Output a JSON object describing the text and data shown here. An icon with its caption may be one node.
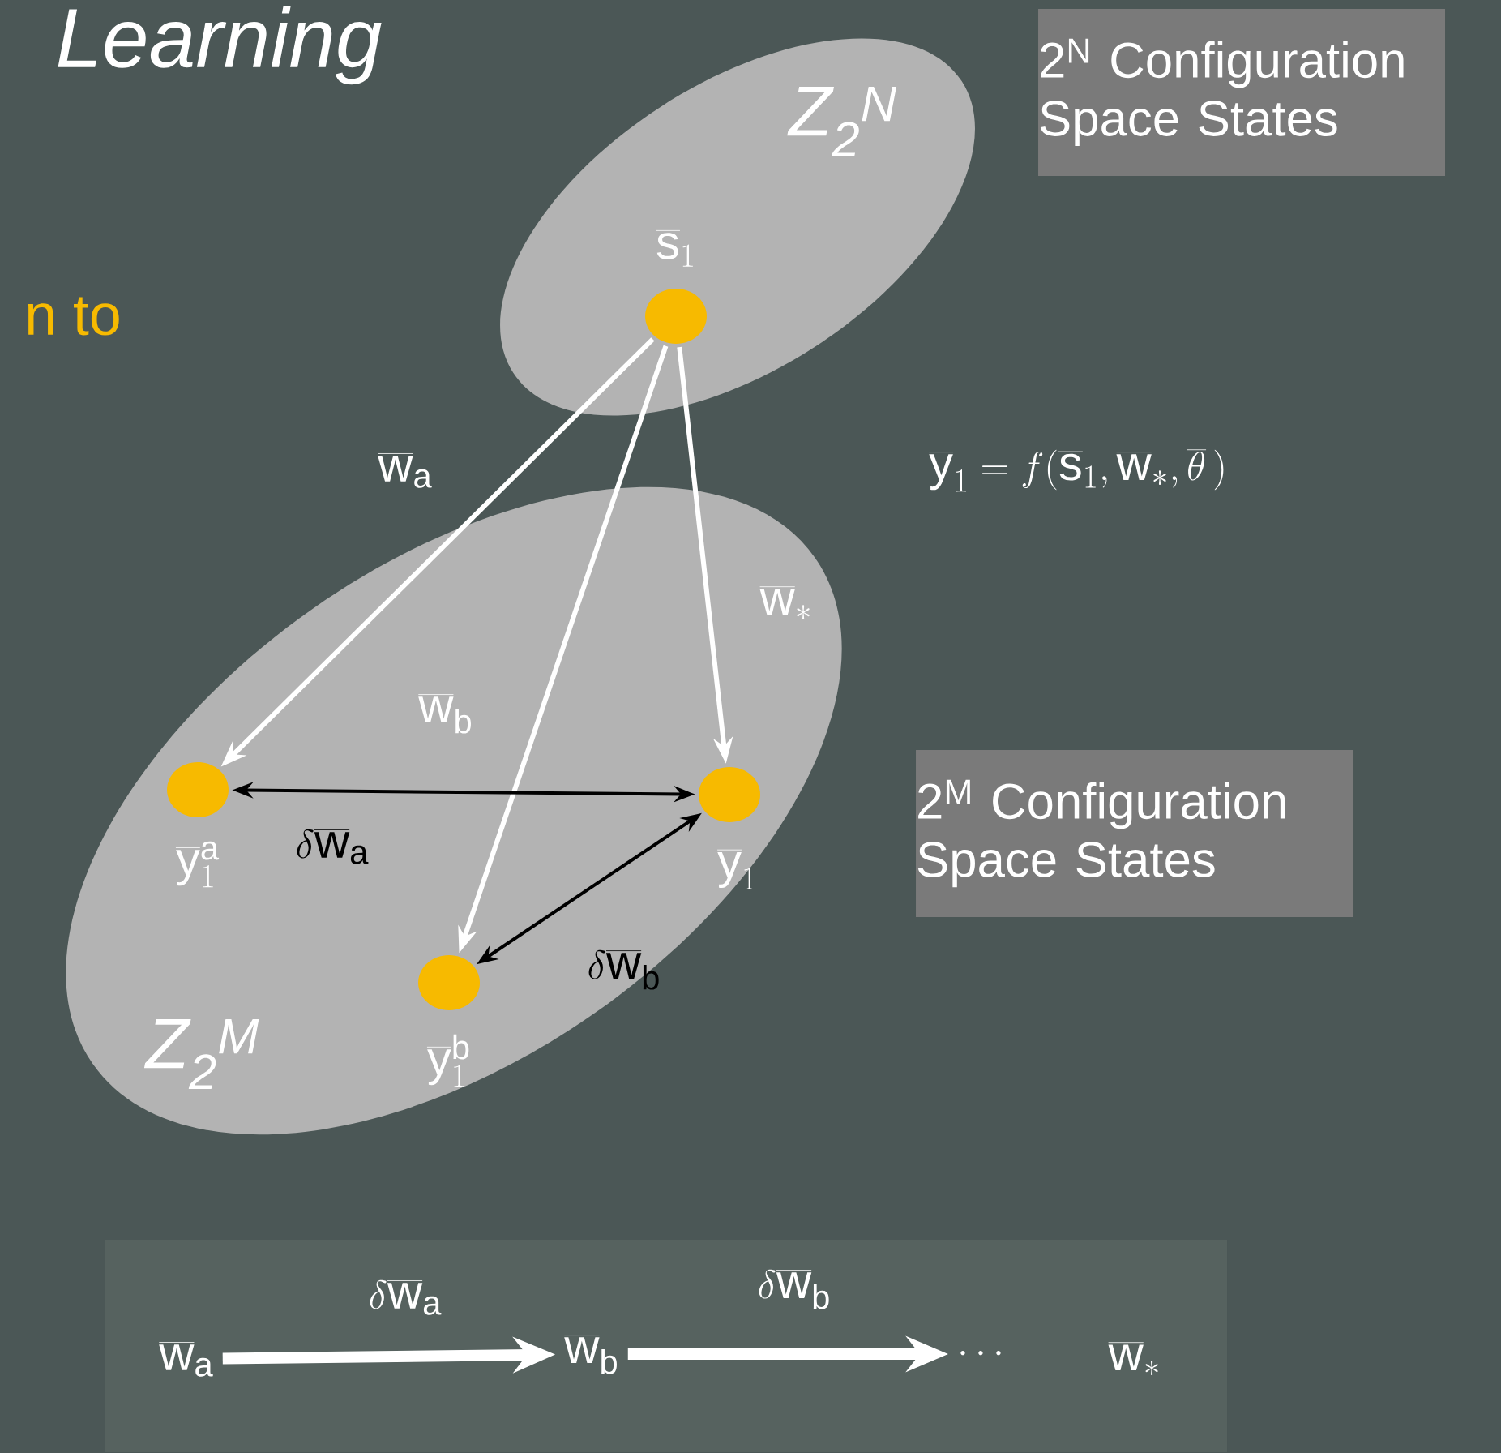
{
  "diagram": {
    "nodes": [
      {
        "text": [
          "Z$_{2}$$^{N}$"
        ]
      },
      {
        "text": [],
        "shape": "circle",
        "in": 0,
        "beside": [
          "\\overline{\\mathrm{s}}_1"
        ]
      },
      {
        "text": [
          "Z$_{2}$$^{M}$"
        ]
      },
      {
        "text": [],
        "shape": "circle",
        "in": 2,
        "beside": [
          "\\overline{\\mathrm{y}}_1^{\\mathrm{a}}"
        ]
      },
      {
        "text": [],
        "shape": "circle",
        "in": 2,
        "beside": [
          "\\overline{\\mathrm{y}}_1"
        ]
      },
      {
        "text": [],
        "shape": "circle",
        "in": 2,
        "beside": [
          "\\overline{\\mathrm{y}}_1^{\\mathrm{b}}"
        ]
      },
      {
        "text": [
          "2$^{N}$ Configuration Space States"
        ]
      },
      {
        "text": [
          "2$^{M}$ Configuration Space States"
        ]
      },
      {
        "text": [],
        "shape": "box"
      },
      {
        "text": [
          "\\overline{\\mathrm{w}}_{\\mathrm{a}}"
        ],
        "in": 8
      },
      {
        "text": [
          "\\overline{\\mathrm{w}}_{\\mathrm{b}}"
        ],
        "in": 8
      },
      {
        "text": [
          "\\cdots"
        ],
        "in": 8
      },
      {
        "text": [
          "\\overline{\\mathrm{w}}_{*}"
        ],
        "in": 8
      }
    ],
    "edges": [
      {
        "from": 1,
        "to": 3,
        "arrow": "to",
        "label": "\\overline{\\mathrm{w}}_{\\mathrm{a}}"
      },
      {
        "from": 1,
        "to": 5,
        "arrow": "to",
        "label": "\\overline{\\mathrm{w}}_{\\mathrm{b}}"
      },
      {
        "from": 1,
        "to": 4,
        "arrow": "to",
        "label": "\\overline{\\mathrm{w}}_{*}"
      },
      {
        "from": 3,
        "to": 4,
        "arrow": "both",
        "color": "#000000",
        "label": "\\delta\\overline{\\mathrm{w}}_{\\mathrm{a}}"
      },
      {
        "from": 5,
        "to": 4,
        "arrow": "both",
        "color": "#000000",
        "label": "\\delta\\overline{\\mathrm{w}}_{\\mathrm{b}}"
      },
      {
        "from": 9,
        "to": 10,
        "arrow": "to",
        "style": "thick",
        "label": "\\delta\\overline{\\mathrm{w}}_{\\mathrm{a}}"
      },
      {
        "from": 10,
        "to": 11,
        "arrow": "to",
        "style": "thick",
        "label": "\\delta\\overline{\\mathrm{w}}_{\\mathrm{b}}"
      }
    ],
    "labels": [
      "Learning",
      "n to",
      "\\overline{\\mathrm{y}}_1 = f(\\overline{\\mathrm{s}}_1,\\overline{\\mathrm{w}}_{*},\\overline{\\theta}\\,)"
    ]
  }
}
